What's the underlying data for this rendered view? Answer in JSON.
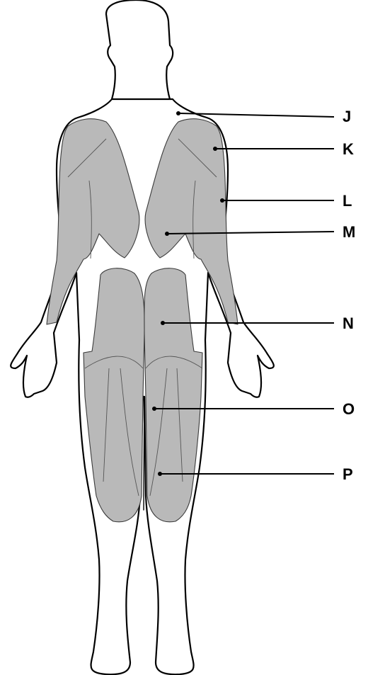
{
  "labels": [
    {
      "key": "J",
      "text": "J"
    },
    {
      "key": "K",
      "text": "K"
    },
    {
      "key": "L",
      "text": "L"
    },
    {
      "key": "M",
      "text": "M"
    },
    {
      "key": "N",
      "text": "N"
    },
    {
      "key": "O",
      "text": "O"
    },
    {
      "key": "P",
      "text": "P"
    }
  ],
  "colors": {
    "muscle_fill": "#b9b9b9",
    "outline": "#000000",
    "background": "#ffffff"
  }
}
